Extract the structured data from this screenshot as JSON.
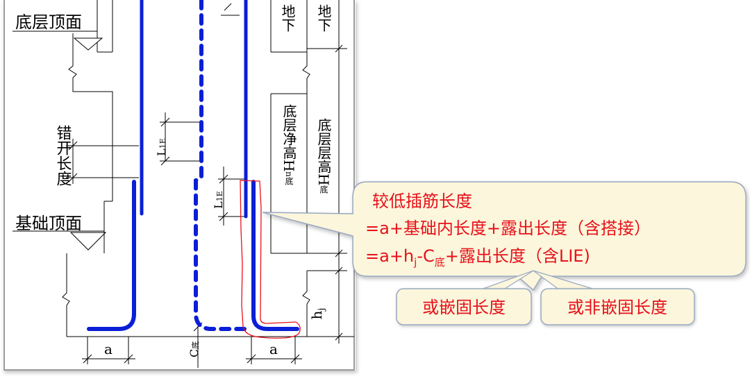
{
  "drawing": {
    "label_ground_top": "底层顶面",
    "label_foundation_top": "基础顶面",
    "label_stagger_length": "错开长度",
    "label_l1e_upper_main": "L",
    "label_l1e_upper_sub": "1E",
    "label_l1e_lower_main": "L",
    "label_l1e_lower_sub": "1E",
    "label_basement_1": "地下",
    "label_basement_2": "地下",
    "label_clear_height_main": "底层净高H",
    "label_clear_height_sub": "n底",
    "label_story_height_main": "底层层高H",
    "label_story_height_sub": "底",
    "label_hj_main": "h",
    "label_hj_sub": "j",
    "label_a_left": "a",
    "label_a_right": "a",
    "label_c_main": "C",
    "label_c_sub": "底"
  },
  "callout": {
    "title": "较低插筋长度",
    "line2": "=a+基础内长度+露出长度（含搭接）",
    "line3_a": "=a+h",
    "line3_sub_j": "j",
    "line3_b": "-C",
    "line3_sub_base": "底",
    "line3_c": "+露出长度（含LIE)"
  },
  "option_left": {
    "label": "或嵌固长度"
  },
  "option_right": {
    "label": "或非嵌固长度"
  },
  "colors": {
    "rebar_blue": "#0a1fd6",
    "highlight_red": "#e8101a",
    "callout_fill": "#fbf6dc",
    "callout_border": "#9aa8c0"
  }
}
